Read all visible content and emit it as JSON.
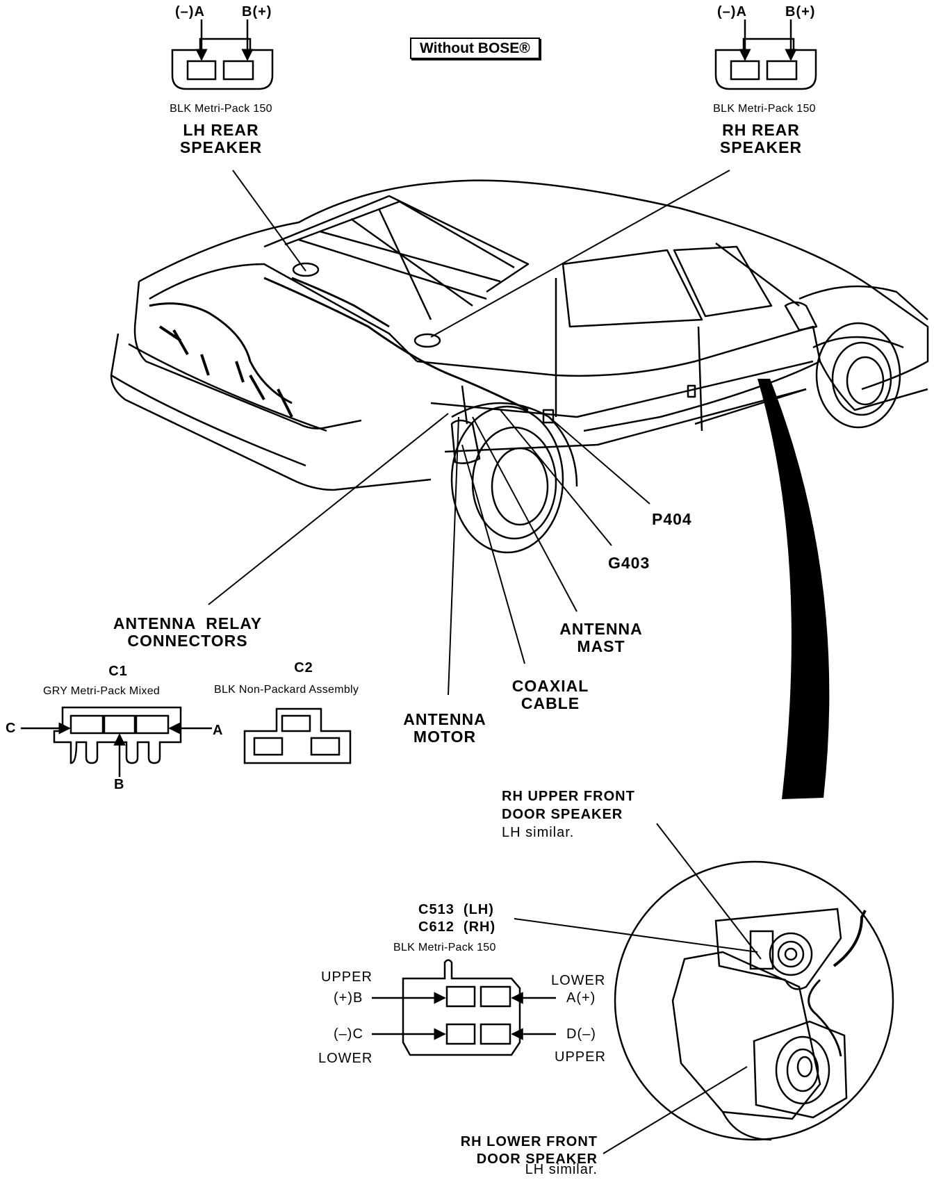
{
  "title": "Without BOSE®",
  "lh_rear": {
    "pin_a": "(–)A",
    "pin_b": "B(+)",
    "connector": "BLK Metri-Pack 150",
    "name_line1": "LH REAR",
    "name_line2": "SPEAKER"
  },
  "rh_rear": {
    "pin_a": "(–)A",
    "pin_b": "B(+)",
    "connector": "BLK Metri-Pack 150",
    "name_line1": "RH REAR",
    "name_line2": "SPEAKER"
  },
  "callouts": {
    "p404": "P404",
    "g403": "G403",
    "antenna_mast_1": "ANTENNA",
    "antenna_mast_2": "MAST",
    "coaxial_1": "COAXIAL",
    "coaxial_2": "CABLE",
    "antenna_motor_1": "ANTENNA",
    "antenna_motor_2": "MOTOR",
    "relay_1": "ANTENNA  RELAY",
    "relay_2": "CONNECTORS"
  },
  "c1": {
    "name": "C1",
    "desc": "GRY Metri-Pack Mixed",
    "pin_a": "A",
    "pin_b": "B",
    "pin_c": "C"
  },
  "c2": {
    "name": "C2",
    "desc": "BLK Non-Packard Assembly"
  },
  "front_upper": {
    "line1": "RH UPPER FRONT",
    "line2": "DOOR SPEAKER",
    "line3": "LH similar."
  },
  "front_lower": {
    "line1": "RH LOWER FRONT",
    "line2": "DOOR SPEAKER",
    "line3": "LH similar."
  },
  "door_connector": {
    "id_lh": "C513  (LH)",
    "id_rh": "C612  (RH)",
    "desc": "BLK Metri-Pack 150",
    "upper_left": "UPPER",
    "pin_b": "(+)B",
    "pin_c": "(–)C",
    "lower_left": "LOWER",
    "lower_right": "LOWER",
    "pin_a": "A(+)",
    "pin_d": "D(–)",
    "upper_right": "UPPER"
  }
}
